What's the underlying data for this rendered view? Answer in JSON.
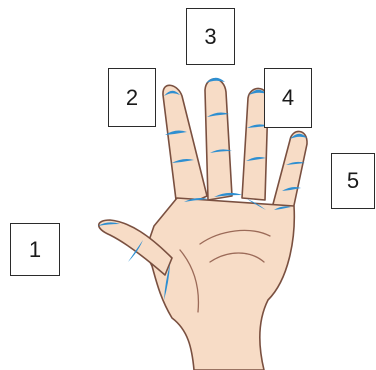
{
  "diagram": {
    "labels": [
      {
        "id": "1",
        "text": "1"
      },
      {
        "id": "2",
        "text": "2"
      },
      {
        "id": "3",
        "text": "3"
      },
      {
        "id": "4",
        "text": "4"
      },
      {
        "id": "5",
        "text": "5"
      }
    ]
  },
  "colors": {
    "skin": "#f7dcc6",
    "outline": "#7a5040",
    "crease": "#9b6a58",
    "marker": "#2e8fd1",
    "box_border": "#2b2b2b"
  }
}
